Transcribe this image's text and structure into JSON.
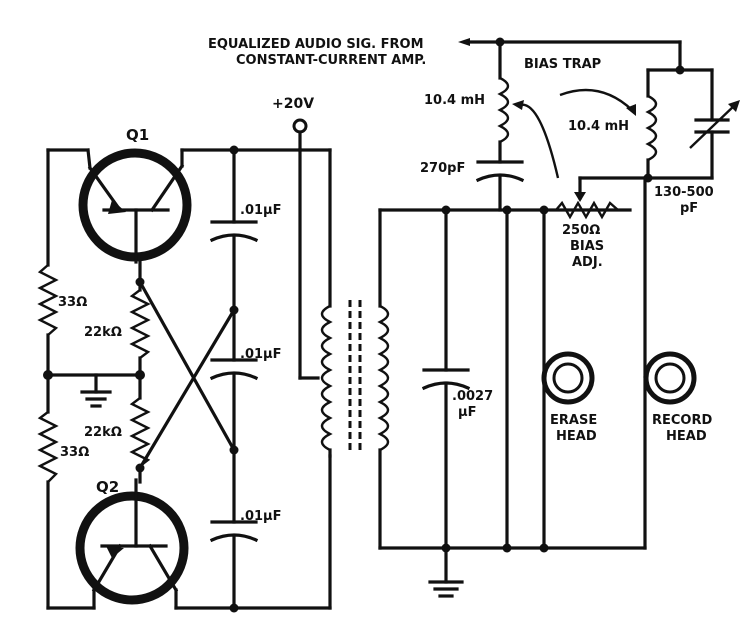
{
  "labels": {
    "input_line1": "EQUALIZED AUDIO SIG. FROM",
    "input_line2": "CONSTANT-CURRENT AMP.",
    "bias_trap": "BIAS TRAP",
    "coil_left": "10.4 mH",
    "coil_right": "10.4 mH",
    "cap_trap": "270pF",
    "cap_var_1": "130-500",
    "cap_var_2": "pF",
    "bias_pot_1": "250Ω",
    "bias_pot_2": "BIAS",
    "bias_pot_3": "ADJ.",
    "supply": "+20V",
    "q1": "Q1",
    "q2": "Q2",
    "r_top": "33Ω",
    "r_bottom": "33Ω",
    "r_mid_top": "22kΩ",
    "r_mid_bottom": "22kΩ",
    "c1_1": ".01µF",
    "c2_1": ".01µF",
    "c3_1": ".01µF",
    "c_tank_1": ".0027",
    "c_tank_2": "µF",
    "erase_1": "ERASE",
    "erase_2": "HEAD",
    "record_1": "RECORD",
    "record_2": "HEAD"
  }
}
